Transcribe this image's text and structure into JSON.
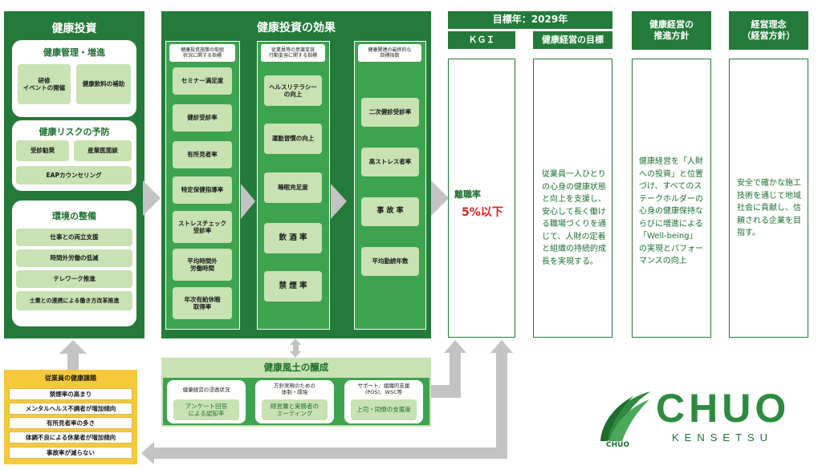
{
  "investment": {
    "title": "健康投資",
    "management": {
      "title": "健康管理・増進",
      "items": [
        "研修\nイベントの開催",
        "健康飲料の補助"
      ]
    },
    "risk": {
      "title": "健康リスクの予防",
      "items": [
        "受診勧奨",
        "産業医面談",
        "EAPカウンセリング"
      ]
    },
    "environment": {
      "title": "環境の整備",
      "items": [
        "仕事との両立支援",
        "時間外労働の低減",
        "テレワーク推進",
        "士業との連携による働き方改革推進"
      ]
    }
  },
  "effects": {
    "title": "健康投資の効果",
    "col1": {
      "header": "健康投資施策の取組\n状況に関する指標",
      "items": [
        "セミナー満足度",
        "健診受診率",
        "有所見者率",
        "特定保健指導率",
        "ストレスチェック\n受診率",
        "平均時間外\n労働時間",
        "年次有給休暇\n取得率"
      ]
    },
    "col2": {
      "header": "従業員等の意識変容\n行動変容に関する指標",
      "items": [
        "ヘルスリテラシー\nの向上",
        "運動習慣の向上",
        "睡眠充足度",
        "飲 酒 率",
        "禁 煙 率"
      ]
    },
    "col3": {
      "header": "健康関連の最終的な\n目標指数",
      "items": [
        "二次健診受診率",
        "高ストレス者率",
        "事 故 率",
        "平均勤続年数"
      ]
    }
  },
  "target": {
    "year_label": "目標年：2029年",
    "kgi_label": "ＫＧＩ",
    "kgi_metric": "離職率",
    "kgi_value": "5%以下",
    "goal_header": "健康経営の目標",
    "goal_text": "従業員一人ひとりの心身の健康状態と向上を支援し、安心して長く働ける職場づくりを通じて、人財の定着と組織の持続的成長を実現する。"
  },
  "policy": {
    "header": "健康経営の\n推進方針",
    "text": "健康経営を「人財への投資」と位置づけ、すべてのステークホルダーの心身の健康保持ならびに増進による「Well-being」の実現とパフォーマンスの向上"
  },
  "philosophy": {
    "header": "経営理念\n（経営方針）",
    "text": "安全で確かな施工技術を通じて地域社会に貢献し、信頼される企業を目指す。"
  },
  "culture": {
    "title": "健康風土の醸成",
    "cols": [
      {
        "header": "健康経営の浸透状況",
        "item": "アンケート回答\nによる認知率"
      },
      {
        "header": "方針実現のための\n体制・環境",
        "item": "経営層と実務者の\nミーティング"
      },
      {
        "header": "サポート、組織的支援\n(POS)、WSC等",
        "item": "上司・同僚の支援度"
      }
    ]
  },
  "issues": {
    "title": "従業員の健康課題",
    "items": [
      "禁煙率の高まり",
      "メンタルヘルス不調者が増加傾向",
      "有所見者率の多さ",
      "体調不良による休業者が増加傾向",
      "事故率が減らない"
    ]
  },
  "logo": {
    "main": "CHUO",
    "sub": "KENSETSU",
    "mark": "CHUO"
  },
  "colors": {
    "primary_green": "#237a3a",
    "light_green": "#c8e2b3",
    "accent_red": "#e02020",
    "issue_yellow": "#f6c93c"
  }
}
